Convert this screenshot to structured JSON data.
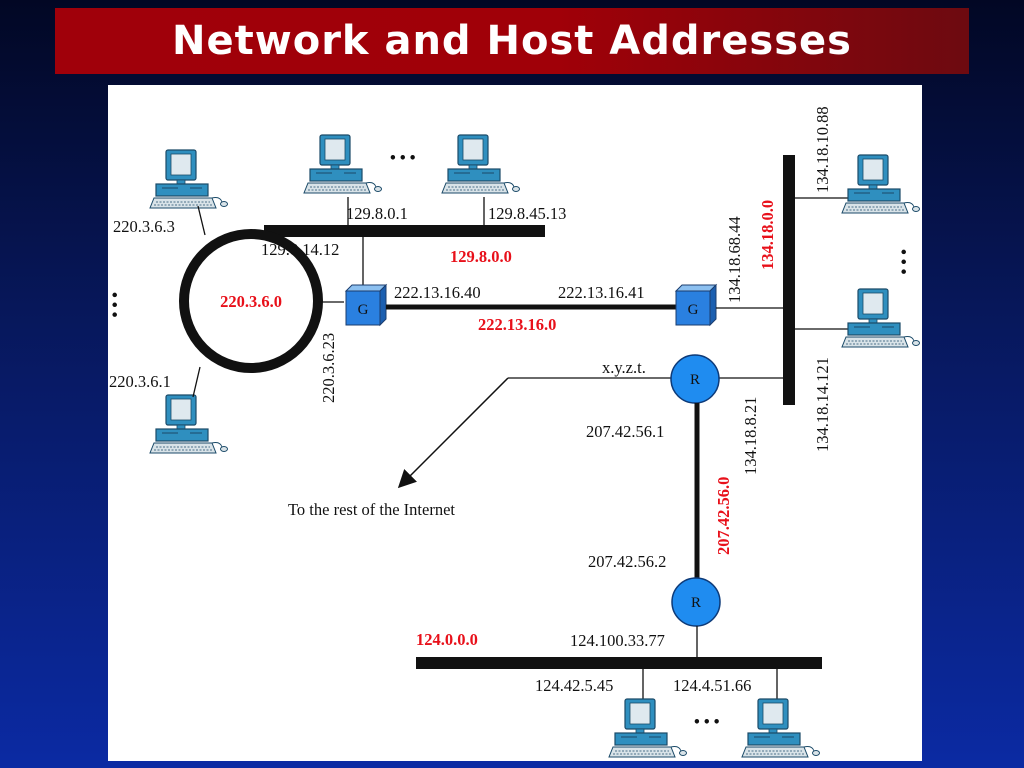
{
  "slide": {
    "title": "Network and Host Addresses"
  },
  "colors": {
    "network_label": "#e8101a",
    "router": "#1f8cf0",
    "gateway": "#2a80e0",
    "title_bg": "#a0000a"
  },
  "icons": {
    "host": "desktop-computer-icon",
    "gateway": "gateway-box-icon",
    "router": "router-circle-icon"
  },
  "networks": {
    "ring": "220.3.6.0",
    "top_lan": "129.8.0.0",
    "gateway_link": "222.13.16.0",
    "right_lan": "134.18.0.0",
    "router_link": "207.42.56.0",
    "bottom_lan": "124.0.0.0"
  },
  "hosts": {
    "ring_top": "220.3.6.3",
    "ring_bottom": "220.3.6.1",
    "top_lan_1": "129.8.0.1",
    "top_lan_2": "129.8.45.13",
    "right_lan_top": "134.18.10.88",
    "right_lan_bottom": "134.18.14.121",
    "bottom_lan_1": "124.42.5.45",
    "bottom_lan_2": "124.4.51.66"
  },
  "interfaces": {
    "g1_top": "129.8.14.12",
    "g1_ring": "220.3.6.23",
    "g1_link": "222.13.16.40",
    "g2_link": "222.13.16.41",
    "g2_right": "134.18.68.44",
    "r1_internet": "x.y.z.t.",
    "r1_right": "134.18.8.21",
    "r1_link": "207.42.56.1",
    "r2_link": "207.42.56.2",
    "r2_bottom": "124.100.33.77"
  },
  "nodes": {
    "gateway": "G",
    "router": "R"
  },
  "ellipsis": "• • •",
  "internet_label": "To the rest of the Internet"
}
